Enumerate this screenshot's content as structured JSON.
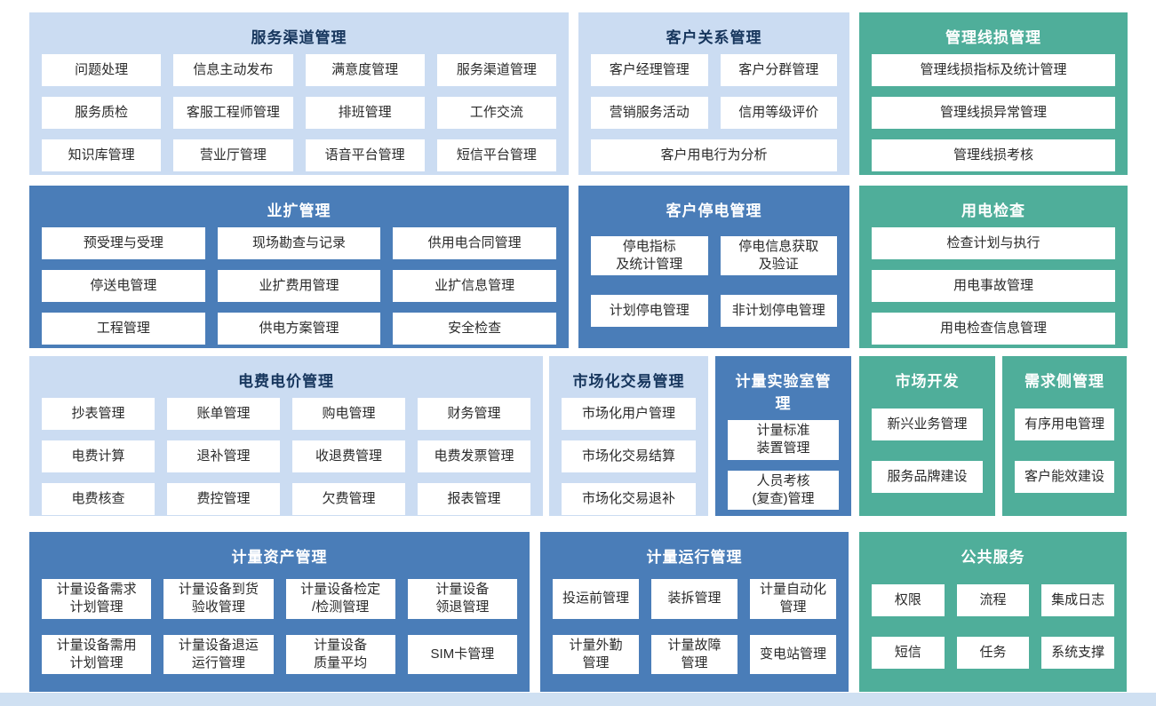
{
  "colors": {
    "light": "#cbdcf2",
    "dark": "#4a7db8",
    "teal": "#4fae9a",
    "title_on_light": "#17365d",
    "cell_text": "#2a2a2a",
    "footer": "#cfe0f2"
  },
  "panels": [
    {
      "key": "service-channel",
      "title": "服务渠道管理",
      "variant": "light",
      "items": [
        "问题处理",
        "信息主动发布",
        "满意度管理",
        "服务渠道管理",
        "服务质检",
        "客服工程师管理",
        "排班管理",
        "工作交流",
        "知识库管理",
        "营业厅管理",
        "语音平台管理",
        "短信平台管理"
      ]
    },
    {
      "key": "customer-relation",
      "title": "客户关系管理",
      "variant": "light",
      "items": [
        "客户经理管理",
        "客户分群管理",
        "营销服务活动",
        "信用等级评价",
        {
          "label": "客户用电行为分析",
          "span": 2
        }
      ]
    },
    {
      "key": "line-loss",
      "title": "管理线损管理",
      "variant": "teal",
      "items": [
        "管理线损指标及统计管理",
        "管理线损异常管理",
        "管理线损考核"
      ]
    },
    {
      "key": "business-expansion",
      "title": "业扩管理",
      "variant": "dark",
      "items": [
        "预受理与受理",
        "现场勘查与记录",
        "供用电合同管理",
        "停送电管理",
        "业扩费用管理",
        "业扩信息管理",
        "工程管理",
        "供电方案管理",
        "安全检查"
      ]
    },
    {
      "key": "customer-outage",
      "title": "客户停电管理",
      "variant": "dark",
      "items": [
        "停电指标\n及统计管理",
        "停电信息获取\n及验证",
        "计划停电管理",
        "非计划停电管理"
      ]
    },
    {
      "key": "power-inspection",
      "title": "用电检查",
      "variant": "teal",
      "items": [
        "检查计划与执行",
        "用电事故管理",
        "用电检查信息管理"
      ]
    },
    {
      "key": "billing-price",
      "title": "电费电价管理",
      "variant": "light",
      "items": [
        "抄表管理",
        "账单管理",
        "购电管理",
        "财务管理",
        "电费计算",
        "退补管理",
        "收退费管理",
        "电费发票管理",
        "电费核查",
        "费控管理",
        "欠费管理",
        "报表管理"
      ]
    },
    {
      "key": "market-trade",
      "title": "市场化交易管理",
      "variant": "light",
      "items": [
        "市场化用户管理",
        "市场化交易结算",
        "市场化交易退补"
      ]
    },
    {
      "key": "metering-lab",
      "title": "计量实验室管理",
      "variant": "dark",
      "items": [
        "计量标准\n装置管理",
        "人员考核\n(复查)管理"
      ]
    },
    {
      "key": "market-dev",
      "title": "市场开发",
      "variant": "teal",
      "items": [
        "新兴业务管理",
        "服务品牌建设"
      ]
    },
    {
      "key": "demand-side",
      "title": "需求侧管理",
      "variant": "teal",
      "items": [
        "有序用电管理",
        "客户能效建设"
      ]
    },
    {
      "key": "metering-assets",
      "title": "计量资产管理",
      "variant": "dark",
      "items": [
        "计量设备需求\n计划管理",
        "计量设备到货\n验收管理",
        "计量设备检定\n/检测管理",
        "计量设备\n领退管理",
        "计量设备需用\n计划管理",
        "计量设备退运\n运行管理",
        "计量设备\n质量平均",
        "SIM卡管理"
      ]
    },
    {
      "key": "metering-ops",
      "title": "计量运行管理",
      "variant": "dark",
      "items": [
        "投运前管理",
        "装拆管理",
        "计量自动化\n管理",
        "计量外勤\n管理",
        "计量故障\n管理",
        "变电站管理"
      ]
    },
    {
      "key": "public-services",
      "title": "公共服务",
      "variant": "teal",
      "items": [
        "权限",
        "流程",
        "集成日志",
        "短信",
        "任务",
        "系统支撑"
      ]
    }
  ]
}
